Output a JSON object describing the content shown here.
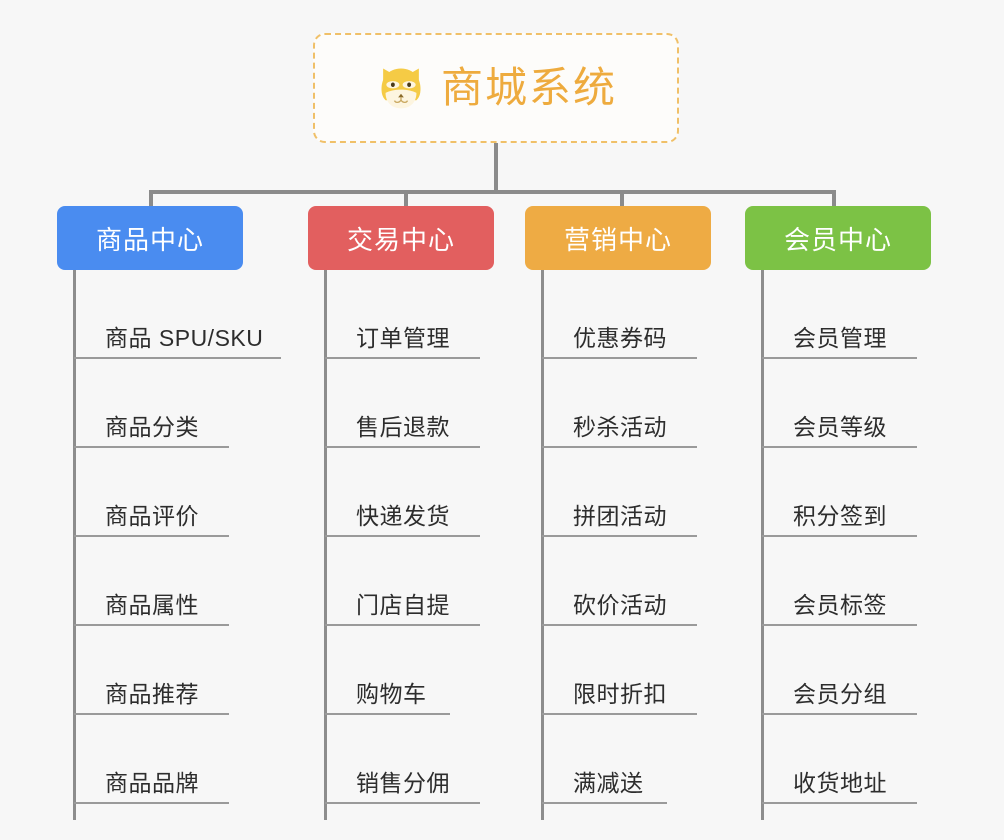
{
  "page": {
    "background_color": "#f7f7f7",
    "title": "商城系统"
  },
  "root": {
    "icon": "shiba-dog-face-icon",
    "label": "商城系统",
    "text_color": "#eeab3e",
    "border_color": "#f0c068",
    "background_color": "#fdfcfa"
  },
  "connector": {
    "color": "#8b8b8b"
  },
  "branches": [
    {
      "label": "商品中心",
      "color": "#4a8cf0",
      "items": [
        {
          "label": "商品 SPU/SKU",
          "underline": "wide"
        },
        {
          "label": "商品分类",
          "underline": "normal"
        },
        {
          "label": "商品评价",
          "underline": "normal"
        },
        {
          "label": "商品属性",
          "underline": "normal"
        },
        {
          "label": "商品推荐",
          "underline": "normal"
        },
        {
          "label": "商品品牌",
          "underline": "normal"
        }
      ]
    },
    {
      "label": "交易中心",
      "color": "#e25f5f",
      "items": [
        {
          "label": "订单管理",
          "underline": "normal"
        },
        {
          "label": "售后退款",
          "underline": "normal"
        },
        {
          "label": "快递发货",
          "underline": "normal"
        },
        {
          "label": "门店自提",
          "underline": "normal"
        },
        {
          "label": "购物车",
          "underline": "short"
        },
        {
          "label": "销售分佣",
          "underline": "normal"
        }
      ]
    },
    {
      "label": "营销中心",
      "color": "#eeab44",
      "items": [
        {
          "label": "优惠券码",
          "underline": "normal"
        },
        {
          "label": "秒杀活动",
          "underline": "normal"
        },
        {
          "label": "拼团活动",
          "underline": "normal"
        },
        {
          "label": "砍价活动",
          "underline": "normal"
        },
        {
          "label": "限时折扣",
          "underline": "normal"
        },
        {
          "label": "满减送",
          "underline": "short"
        }
      ]
    },
    {
      "label": "会员中心",
      "color": "#7cc245",
      "items": [
        {
          "label": "会员管理",
          "underline": "normal"
        },
        {
          "label": "会员等级",
          "underline": "normal"
        },
        {
          "label": "积分签到",
          "underline": "normal"
        },
        {
          "label": "会员标签",
          "underline": "normal"
        },
        {
          "label": "会员分组",
          "underline": "normal"
        },
        {
          "label": "收货地址",
          "underline": "normal"
        }
      ]
    }
  ]
}
